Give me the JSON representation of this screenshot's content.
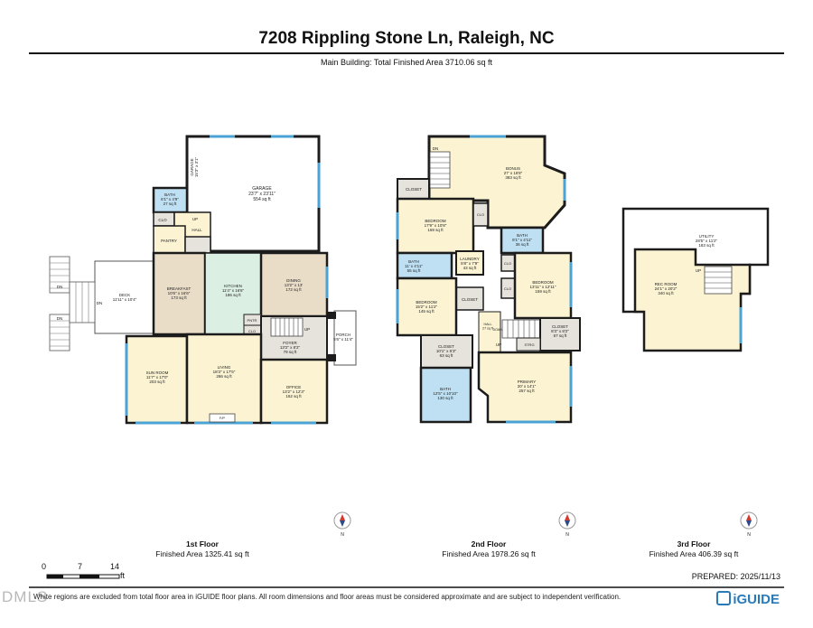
{
  "header": {
    "title": "7208 Rippling Stone Ln, Raleigh, NC",
    "subtitle": "Main Building: Total Finished Area 3710.06 sq ft"
  },
  "colors": {
    "wall": "#1c1c1c",
    "room_yellow": "#fbf3d2",
    "room_green": "#dcefe3",
    "room_blue": "#bfe0f3",
    "room_grey": "#e6e2dc",
    "room_tan": "#e9ddc8",
    "window": "#4aa3d4"
  },
  "floors": [
    {
      "name": "1st Floor",
      "area": "Finished Area 1325.41 sq ft",
      "rooms": [
        {
          "name": "GARAGE",
          "dims": "23'7\" x 23'11\"",
          "area": "554 sq ft"
        },
        {
          "name": "GARAGE",
          "dims": "15'3\" x 3'1\""
        },
        {
          "name": "BATH",
          "dims": "6'1\" x 4'9\"",
          "area": "27 sq ft"
        },
        {
          "name": "CLO"
        },
        {
          "name": "UP"
        },
        {
          "name": "HALL"
        },
        {
          "name": "PANTRY"
        },
        {
          "name": "DECK",
          "dims": "11'11\" x 10'4\""
        },
        {
          "name": "DN"
        },
        {
          "name": "DN"
        },
        {
          "name": "DN"
        },
        {
          "name": "BREAKFAST",
          "dims": "10'6\" x 16'6\"",
          "area": "173 sq ft"
        },
        {
          "name": "KITCHEN",
          "dims": "11'4\" x 16'6\"",
          "area": "186 sq ft"
        },
        {
          "name": "DINING",
          "dims": "13'2\" x 13'",
          "area": "172 sq ft"
        },
        {
          "name": "PNTR"
        },
        {
          "name": "CLO"
        },
        {
          "name": "UP"
        },
        {
          "name": "FOYER",
          "dims": "13'2\" x 8'2\"",
          "area": "79 sq ft"
        },
        {
          "name": "PORCH",
          "dims": "5'6\" x 11'4\""
        },
        {
          "name": "SUN ROOM",
          "dims": "11'7\" x 17'0\"",
          "area": "203 sq ft"
        },
        {
          "name": "LIVING",
          "dims": "18'3\" x 17'5\"",
          "area": "286 sq ft"
        },
        {
          "name": "F/P"
        },
        {
          "name": "OFFICE",
          "dims": "13'2\" x 12'3\"",
          "area": "162 sq ft"
        }
      ]
    },
    {
      "name": "2nd Floor",
      "area": "Finished Area 1978.26 sq ft",
      "rooms": [
        {
          "name": "DN"
        },
        {
          "name": "BONUS",
          "dims": "27' x 16'8\"",
          "area": "383 sq ft"
        },
        {
          "name": "CLOSET"
        },
        {
          "name": "BEDROOM",
          "dims": "17'9\" x 10'8\"",
          "area": "169 sq ft"
        },
        {
          "name": "CLO"
        },
        {
          "name": "BATH",
          "dims": "8'1\" x 4'11\"",
          "area": "36 sq ft"
        },
        {
          "name": "BATH",
          "dims": "11' x 4'11\"",
          "area": "55 sq ft"
        },
        {
          "name": "LAUNDRY",
          "dims": "5'8\" x 7'9\"",
          "area": "43 sq ft"
        },
        {
          "name": "CLO"
        },
        {
          "name": "CLO"
        },
        {
          "name": "BEDROOM",
          "dims": "13'11\" x 12'11\"",
          "area": "159 sq ft"
        },
        {
          "name": "CLOSET"
        },
        {
          "name": "BEDROOM",
          "dims": "15'2\" x 11'2\"",
          "area": "145 sq ft"
        },
        {
          "name": "HALL",
          "dims": "27 sq ft"
        },
        {
          "name": "DOWN"
        },
        {
          "name": "CLOSET",
          "dims": "8'3\" x 8'2\"",
          "area": "67 sq ft"
        },
        {
          "name": "UP"
        },
        {
          "name": "STRG"
        },
        {
          "name": "CLOSET",
          "dims": "10'1\" x 6'3\"",
          "area": "63 sq ft"
        },
        {
          "name": "BATH",
          "dims": "12'5\" x 10'10\"",
          "area": "130 sq ft"
        },
        {
          "name": "PRIMARY",
          "dims": "20' x 14'1\"",
          "area": "257 sq ft"
        }
      ]
    },
    {
      "name": "3rd Floor",
      "area": "Finished Area 406.39 sq ft",
      "rooms": [
        {
          "name": "UTILITY",
          "dims": "28'5\" x 11'2\"",
          "area": "183 sq ft"
        },
        {
          "name": "REC ROOM",
          "dims": "24'1\" x 20'2\"",
          "area": "340 sq ft"
        },
        {
          "name": "UP"
        }
      ]
    }
  ],
  "compass_label": "N",
  "scale": {
    "t0": "0",
    "t1": "7",
    "t2": "14",
    "unit": "ft"
  },
  "prepared": "PREPARED: 2025/11/13",
  "footer": "White regions are excluded from total floor area in iGUIDE floor plans. All room dimensions and floor areas must be considered approximate and are subject to independent verification.",
  "logo": "iGUIDE",
  "watermark": "DMLS"
}
